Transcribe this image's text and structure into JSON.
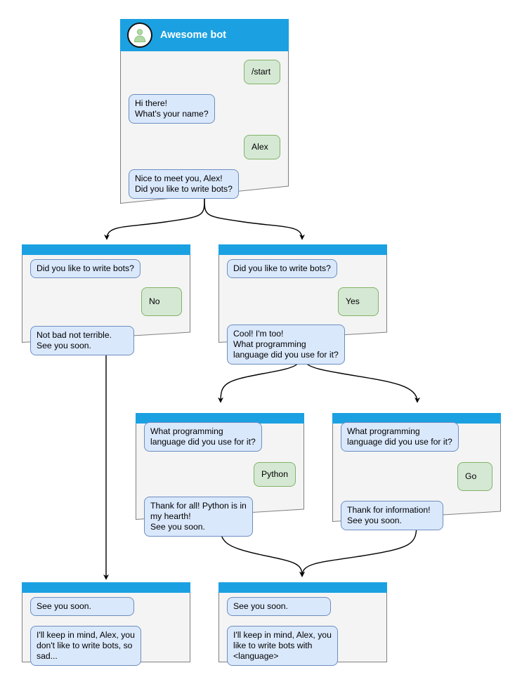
{
  "diagram": {
    "title": "Awesome bot conversation flow",
    "colors": {
      "titlebar": "#1ba1e2",
      "window_body": "#f4f4f4",
      "window_border": "#808080",
      "bot_bubble_fill": "#dae8fc",
      "bot_bubble_border": "#6c8ebf",
      "user_bubble_fill": "#d5e8d4",
      "user_bubble_border": "#82b366",
      "edge": "#000000",
      "avatar_figure": "#b1d9a6"
    }
  },
  "nodes": {
    "root": {
      "header": {
        "bot_name": "Awesome bot",
        "avatar_icon": "person-avatar-icon"
      },
      "messages": [
        {
          "side": "user",
          "text": "/start"
        },
        {
          "side": "bot",
          "text": "Hi there!\nWhat's your name?"
        },
        {
          "side": "user",
          "text": "Alex"
        },
        {
          "side": "bot",
          "text": "Nice to meet you, Alex!\nDid you like to write bots?"
        }
      ]
    },
    "no_branch": {
      "messages": [
        {
          "side": "bot",
          "text": "Did you like to write bots?"
        },
        {
          "side": "user",
          "text": "No"
        },
        {
          "side": "bot",
          "text": "Not bad not terrible.\nSee you soon."
        }
      ]
    },
    "yes_branch": {
      "messages": [
        {
          "side": "bot",
          "text": "Did you like to write bots?"
        },
        {
          "side": "user",
          "text": "Yes"
        },
        {
          "side": "bot",
          "text": "Cool! I'm too!\nWhat programming\nlanguage did you use for it?"
        }
      ]
    },
    "python_branch": {
      "messages": [
        {
          "side": "bot",
          "text": "What programming\nlanguage did you use for it?"
        },
        {
          "side": "user",
          "text": "Python"
        },
        {
          "side": "bot",
          "text": "Thank for all! Python is in\nmy hearth!\nSee you soon."
        }
      ]
    },
    "go_branch": {
      "messages": [
        {
          "side": "bot",
          "text": "What programming\nlanguage did you use for it?"
        },
        {
          "side": "user",
          "text": "Go"
        },
        {
          "side": "bot",
          "text": "Thank for information!\nSee you soon."
        }
      ]
    },
    "end_sad": {
      "messages": [
        {
          "side": "bot",
          "text": "See you soon."
        },
        {
          "side": "bot",
          "text": "I'll keep in mind, Alex, you\ndon't like to write bots, so\nsad..."
        }
      ]
    },
    "end_happy": {
      "messages": [
        {
          "side": "bot",
          "text": "See you soon."
        },
        {
          "side": "bot",
          "text": "I'll keep in mind, Alex, you\nlike to write bots with\n<language>"
        }
      ]
    }
  },
  "edges": [
    {
      "name": "root-to-no",
      "from": "root",
      "to": "no_branch"
    },
    {
      "name": "root-to-yes",
      "from": "root",
      "to": "yes_branch"
    },
    {
      "name": "no-to-end-sad",
      "from": "no_branch",
      "to": "end_sad"
    },
    {
      "name": "yes-to-python",
      "from": "yes_branch",
      "to": "python_branch"
    },
    {
      "name": "yes-to-go",
      "from": "yes_branch",
      "to": "go_branch"
    },
    {
      "name": "python-to-end",
      "from": "python_branch",
      "to": "end_happy"
    },
    {
      "name": "go-to-end",
      "from": "go_branch",
      "to": "end_happy"
    }
  ]
}
